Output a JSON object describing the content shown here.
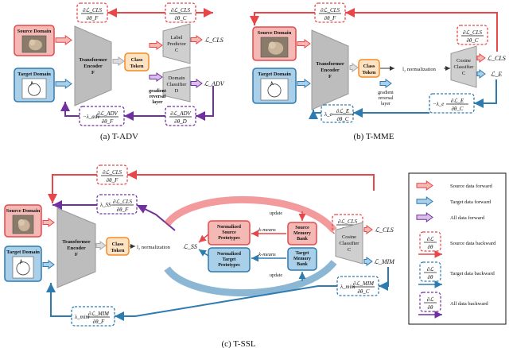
{
  "panels": {
    "a": {
      "caption": "(a) T-ADV",
      "source_domain": "Source Domain",
      "target_domain": "Target Domain",
      "encoder": [
        "Transformer",
        "Encoder",
        "F"
      ],
      "class_token": [
        "Class",
        "Token"
      ],
      "label_predictor": [
        "Label",
        "Predictor",
        "C"
      ],
      "domain_classifier": [
        "Domain",
        "Classifier",
        "D"
      ],
      "grl": [
        "gradient",
        "reversal",
        "layer"
      ],
      "loss_cls": "ℒ_CLS",
      "loss_adv": "ℒ_ADV",
      "grad_cls_theta_f": [
        "∂ℒ_CLS",
        "∂θ_F"
      ],
      "grad_cls_theta_c": [
        "∂ℒ_CLS",
        "∂θ_C"
      ],
      "grad_adv_theta_d": [
        "∂ℒ_ADV",
        "∂θ_D"
      ],
      "grad_adv_theta_f": [
        "∂ℒ_ADV",
        "∂θ_F"
      ],
      "lambda_adv": "−λ_adv"
    },
    "b": {
      "caption": "(b) T-MME",
      "source_domain": "Source Domain",
      "target_domain": "Target Domain",
      "encoder": [
        "Transformer",
        "Encoder",
        "F"
      ],
      "class_token": [
        "Class",
        "Token"
      ],
      "l2norm": "l₂ normalization",
      "grl": [
        "gradient",
        "reversal",
        "layer"
      ],
      "cosine": [
        "Cosine",
        "Classifier",
        "C"
      ],
      "loss_cls": "ℒ_CLS",
      "loss_e": "ℒ_E",
      "grad_cls_theta_f": [
        "∂ℒ_CLS",
        "∂θ_F"
      ],
      "grad_cls_theta_c": [
        "∂ℒ_CLS",
        "∂θ_C"
      ],
      "grad_e_theta_c": [
        "∂ℒ_E",
        "∂θ_C"
      ],
      "lambda_e_c": "−λ_e",
      "lambda_e_f": "λ_e"
    },
    "c": {
      "caption": "(c) T-SSL",
      "source_domain": "Source Domain",
      "target_domain": "Target Domain",
      "encoder": [
        "Transformer",
        "Encoder",
        "F"
      ],
      "class_token": [
        "Class",
        "Token"
      ],
      "l2norm": "l₂ normalization",
      "loss_ss": "ℒ_SS",
      "src_prototypes": [
        "Normalized",
        "Source",
        "Prototypes"
      ],
      "tgt_prototypes": [
        "Normalized",
        "Target",
        "Prototypes"
      ],
      "kmeans": "k-means",
      "src_bank": [
        "Source",
        "Memory",
        "Bank"
      ],
      "tgt_bank": [
        "Target",
        "Memory",
        "Bank"
      ],
      "update": "update",
      "cosine": [
        "Cosine",
        "Classifier",
        "C"
      ],
      "loss_cls": "ℒ_CLS",
      "loss_mim": "ℒ_MIM",
      "grad_cls_theta_f": [
        "∂ℒ_CLS",
        "∂θ_F"
      ],
      "grad_cls_theta_c": [
        "∂ℒ_CLS",
        "∂θ_C"
      ],
      "grad_cls_ss": [
        "∂ℒ_CLS",
        "∂θ_F"
      ],
      "lambda_ss": "λ_SS",
      "grad_mim_theta_c": [
        "∂ℒ_MIM",
        "∂θ_C"
      ],
      "grad_mim_theta_f": [
        "∂ℒ_MIM",
        "∂θ_F"
      ],
      "lambda_mim_c": "λ_mim",
      "lambda_mim_f": "λ_mim"
    }
  },
  "legend": {
    "items": [
      "Source data forward",
      "Target data forward",
      "All data forward",
      "Source data backward",
      "Target data backward",
      "All data backward"
    ],
    "grad": [
      "∂ℒ",
      "∂θ"
    ]
  },
  "colors": {
    "source": "#e8474a",
    "source_fill": "#f4b9b4",
    "target": "#2e7bb0",
    "target_fill": "#a9d0e8",
    "all": "#7030a0",
    "token": "#f28c28",
    "token_fill": "#fde3c2",
    "encoder": "#bdbdbd",
    "dark_red": "#c00000",
    "dark_blue": "#1f5f8b"
  }
}
